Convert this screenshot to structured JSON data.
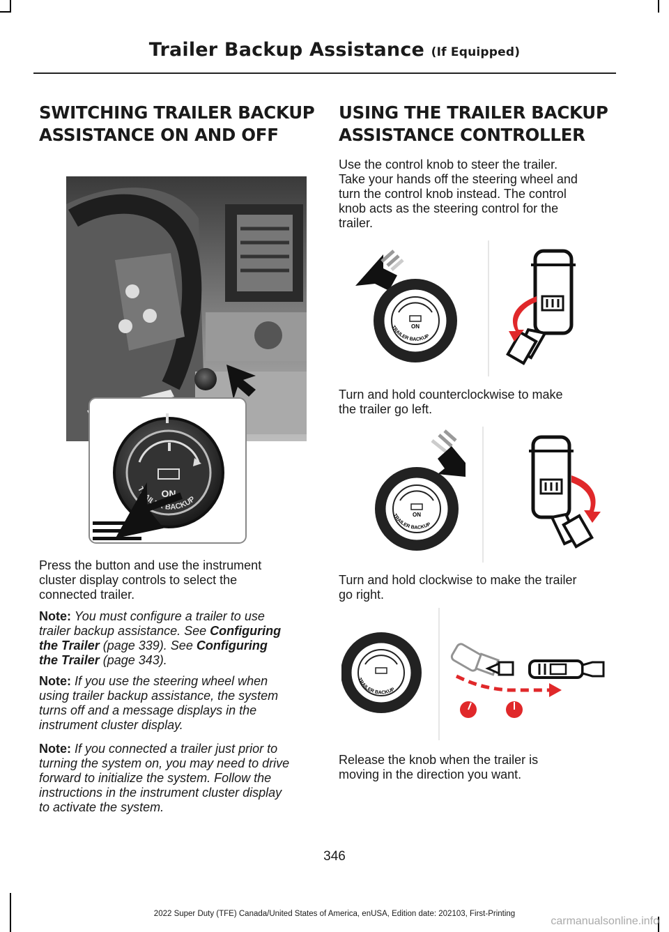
{
  "header": {
    "title": "Trailer Backup Assistance",
    "subtitle": "(If Equipped)"
  },
  "left": {
    "heading_line1": "SWITCHING TRAILER BACKUP",
    "heading_line2": "ASSISTANCE ON AND OFF",
    "knob_labels": {
      "on": "ON",
      "ring": "TRAILER BACKUP"
    },
    "paragraph": [
      "Press the button and use the instrument",
      "cluster display controls to select the",
      "connected trailer."
    ],
    "note1": {
      "lead": "Note:",
      "l1": "You must configure a trailer to use",
      "l2a": "trailer backup assistance.  See",
      "l2b": "Configuring",
      "l3a": "the Trailer",
      "l3b": "(page 339).   See",
      "l3c": "Configuring",
      "l4a": "the Trailer",
      "l4b": "(page 343)."
    },
    "note2": {
      "lead": "Note:",
      "l1": "If you use the steering wheel when",
      "l2": "using trailer backup assistance, the system",
      "l3": "turns off and a message displays in the",
      "l4": "instrument cluster display."
    },
    "note3": {
      "lead": "Note:",
      "l1": "If you connected a trailer just prior to",
      "l2": "turning the system on, you may need to drive",
      "l3": "forward to initialize the system. Follow the",
      "l4": "instructions in the instrument cluster display",
      "l5": "to activate the system."
    }
  },
  "right": {
    "heading_line1": "USING THE TRAILER BACKUP",
    "heading_line2": "ASSISTANCE CONTROLLER",
    "intro": [
      "Use the control knob to steer the trailer.",
      "Take your hands off the steering wheel and",
      "turn the control knob instead. The control",
      "knob acts as the steering control for the",
      "trailer."
    ],
    "knob_labels": {
      "on": "ON",
      "ring": "TRAILER BACKUP"
    },
    "caption_left": [
      "Turn and hold counterclockwise to make",
      "the trailer go left."
    ],
    "caption_right": [
      "Turn and hold clockwise to make the trailer",
      "go right."
    ],
    "caption_release": [
      "Release the knob when the trailer is",
      "moving in the direction you want."
    ]
  },
  "page_number": "346",
  "footer": "2022 Super Duty (TFE) Canada/United States of America, enUSA, Edition date: 202103, First-Printing",
  "watermark": "carmanualsonline.info",
  "colors": {
    "accent_red": "#e0282a",
    "text": "#1a1a1a"
  }
}
